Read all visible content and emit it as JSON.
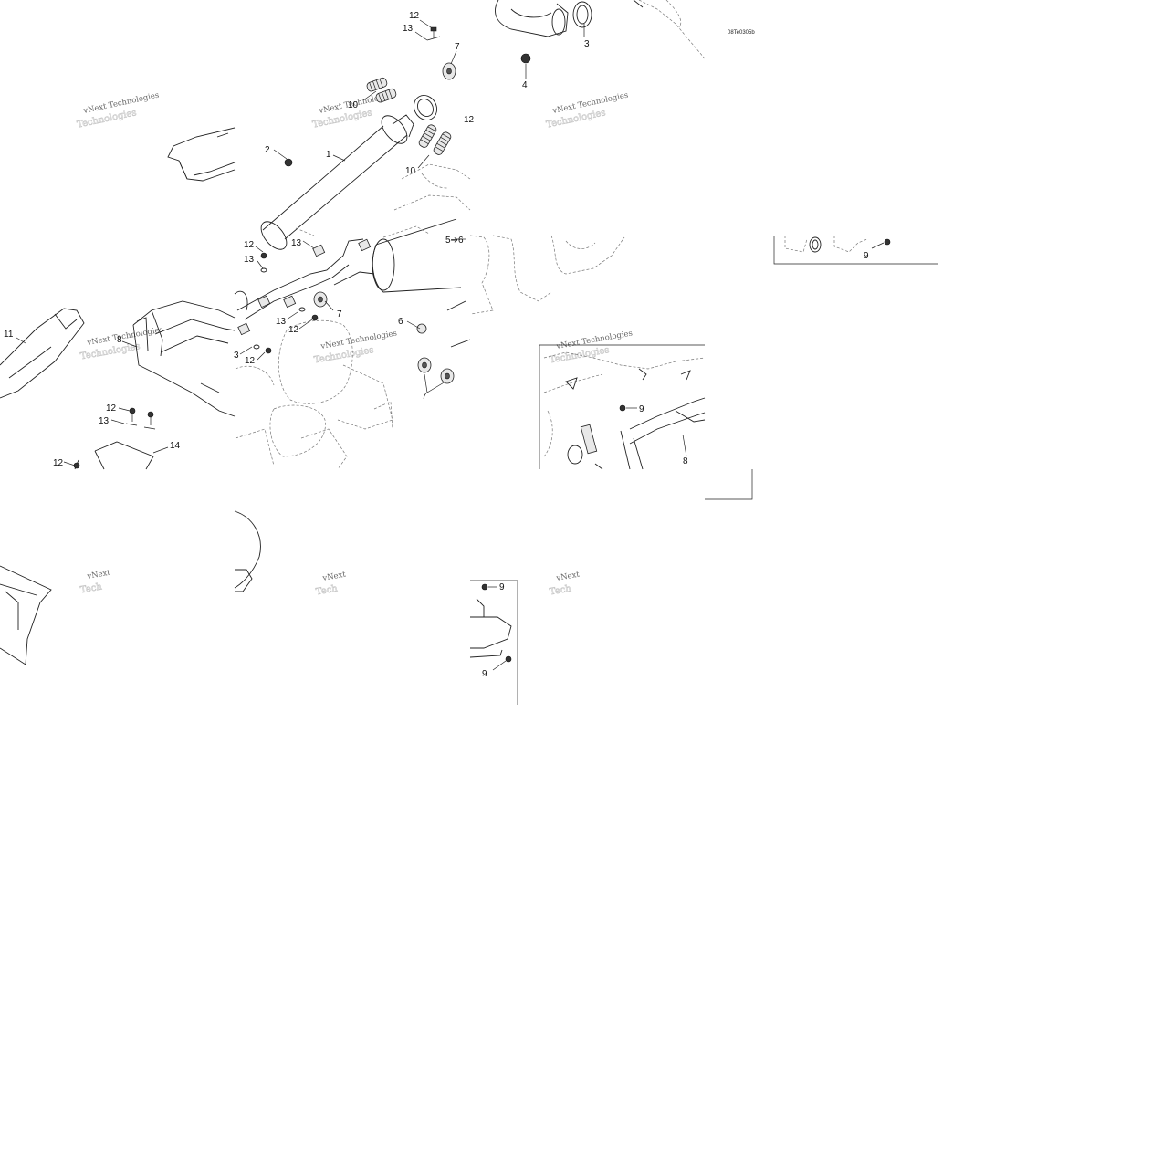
{
  "drawing_code": "08Te0305b",
  "watermark": {
    "line1": "vNext Technologies",
    "line2": "Technologies"
  },
  "callouts": [
    "1",
    "2",
    "3",
    "4",
    "5➔6",
    "6",
    "7",
    "8",
    "9",
    "10",
    "11",
    "12",
    "13",
    "14"
  ]
}
